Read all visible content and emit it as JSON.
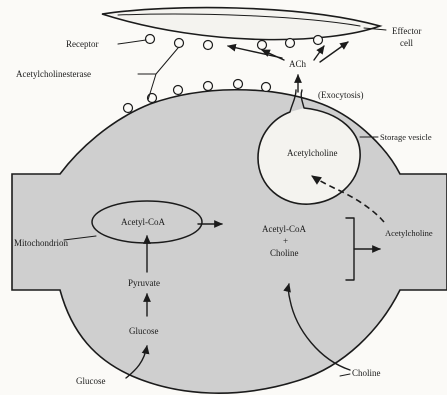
{
  "labels": {
    "effector_cell": [
      "Effector",
      "cell"
    ],
    "receptor": "Receptor",
    "acetylcholinesterase": "Acetylcholinesterase",
    "ach": "ACh",
    "exocytosis": "(Exocytosis)",
    "storage_vesicle": "Storage vesicle",
    "vesicle_content": "Acetylcholine",
    "acetylcholine_out": "Acetylcholine",
    "acetyl_coa_mito": "Acetyl-CoA",
    "acetyl_coa_cyto": [
      "Acetyl-CoA",
      "+",
      "Choline"
    ],
    "mitochondrion": "Mitochondrion",
    "pyruvate": "Pyruvate",
    "glucose_in": "Glucose",
    "glucose_out": "Glucose",
    "choline_out": "Choline"
  },
  "colors": {
    "cell_fill": "#cfcfcf",
    "ink": "#1b1b1b",
    "background": "#fbfaf7"
  }
}
